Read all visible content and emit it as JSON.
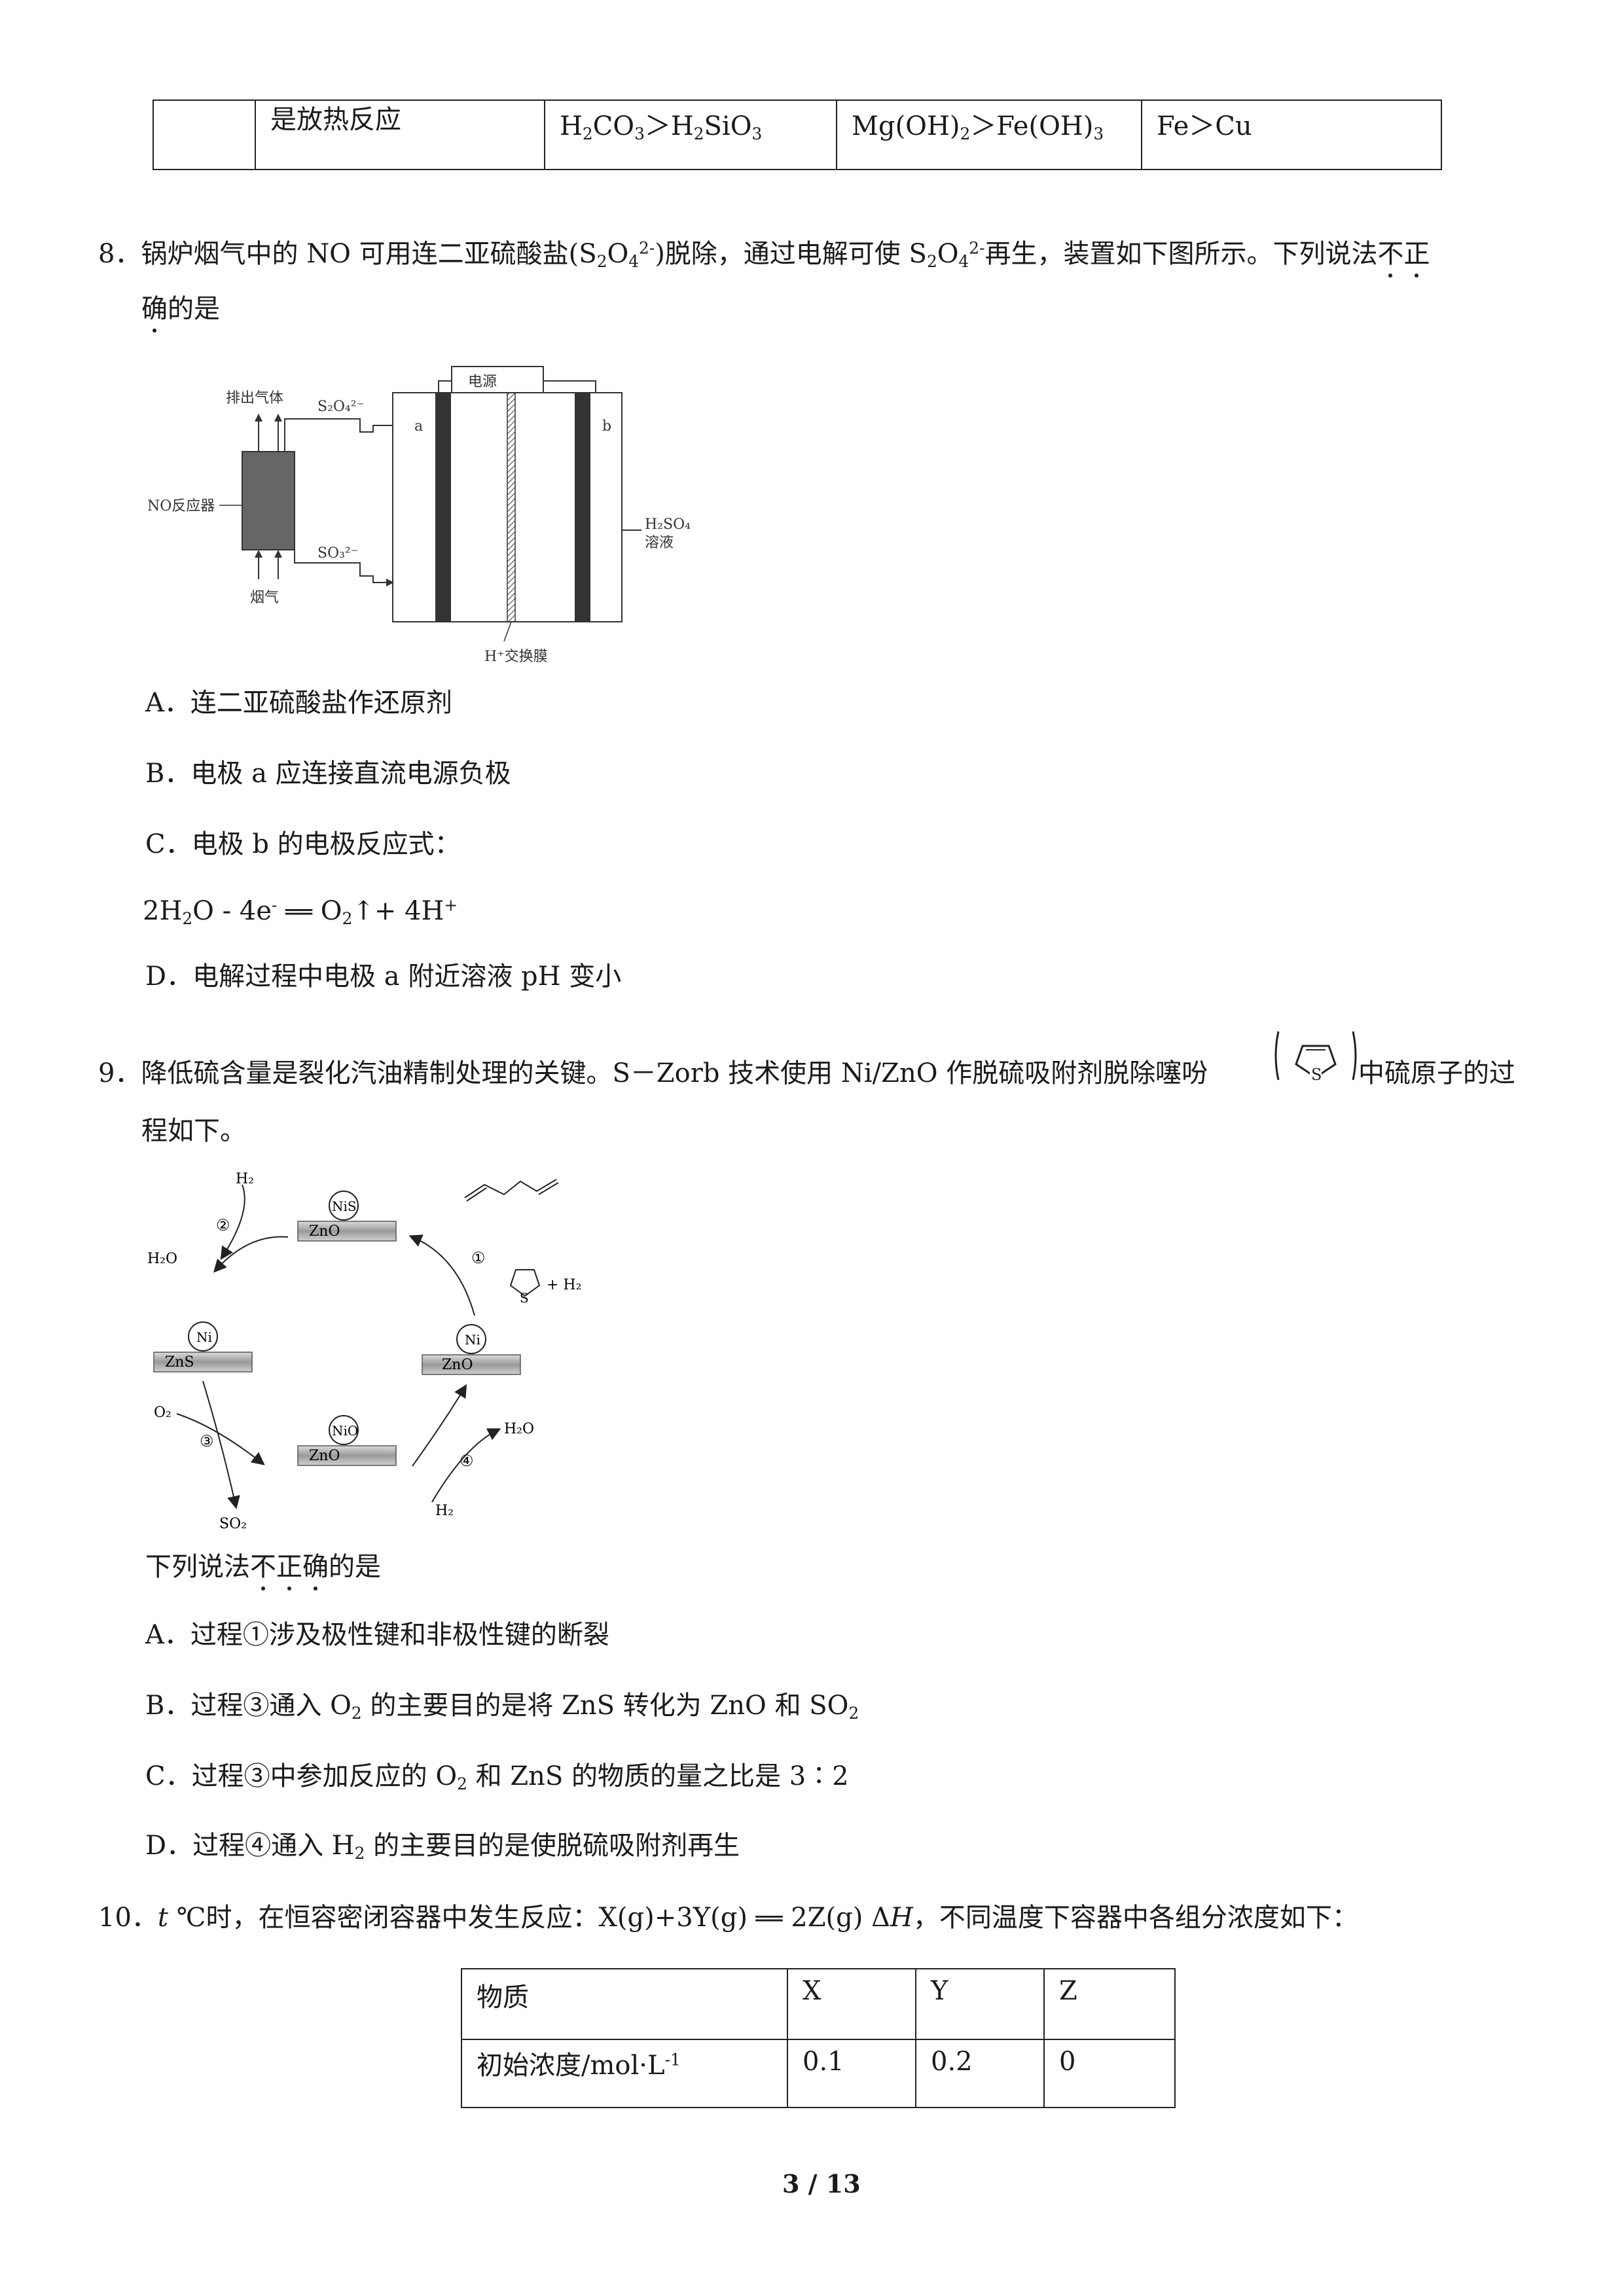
{
  "top_table": {
    "cells": [
      "",
      "是放热反应",
      "H2CO3＞H2SiO3",
      "Mg(OH)2＞Fe(OH)3",
      "Fe＞Cu"
    ]
  },
  "q8": {
    "number": "8．",
    "stem_a": "锅炉烟气中的 NO 可用连二亚硫酸盐(S",
    "stem_b": ")脱除，通过电解可使 S",
    "stem_c": "再生，装置如下图所示。下列说法",
    "stem_emph_1": "不",
    "stem_emph_2": "正",
    "stem_emph_3": "确",
    "stem_end": "的是",
    "figure": {
      "power": "电源",
      "exhaust": "排出气体",
      "s2o4": "S₂O₄²⁻",
      "so3": "SO₃²⁻",
      "reactor": "NO反应器",
      "flue": "烟气",
      "a": "a",
      "b": "b",
      "acid": "H₂SO₄",
      "acid2": "溶液",
      "membrane": "H⁺交换膜"
    },
    "options": {
      "A": "A．连二亚硫酸盐作还原剂",
      "B": "B．电极 a 应连接直流电源负极",
      "C": "C．电极 b 的电极反应式：",
      "C_eq": "2H2O - 4e- ══ O2↑+ 4H+",
      "D": "D．电解过程中电极 a 附近溶液 pH 变小"
    }
  },
  "q9": {
    "number": "9．",
    "stem_a": "降低硫含量是裂化汽油精制处理的关键。S－Zorb 技术使用 Ni/ZnO 作脱硫吸附剂脱除噻吩",
    "stem_b": "中硫原子的过",
    "stem_c": "程如下。",
    "thiophene_s": "S",
    "figure": {
      "H2_top": "H₂",
      "H2O_left": "H₂O",
      "step2": "②",
      "step1": "①",
      "step3": "③",
      "step4": "④",
      "NiS": "NiS",
      "ZnO": "ZnO",
      "Ni": "Ni",
      "ZnS": "ZnS",
      "NiO": "NiO",
      "O2": "O₂",
      "SO2": "SO₂",
      "H2O_right": "H₂O",
      "H2_bottom": "H₂",
      "plus_H2": "+ H₂",
      "S": "S"
    },
    "question": "下列说法",
    "question_emph": [
      "不",
      "正",
      "确"
    ],
    "question_end": "的是",
    "options": {
      "A": "A．过程①涉及极性键和非极性键的断裂",
      "B": "B．过程③通入 O2 的主要目的是将 ZnS 转化为 ZnO 和 SO2",
      "C": "C．过程③中参加反应的 O2 和 ZnS 的物质的量之比是 3∶2",
      "D": "D．过程④通入 H2 的主要目的是使脱硫吸附剂再生"
    }
  },
  "q10": {
    "number": "10．",
    "stem": "t ℃时，在恒容密闭容器中发生反应：X(g)+3Y(g) ══ 2Z(g) ΔH，不同温度下容器中各组分浓度如下：",
    "table": {
      "headers": [
        "物质",
        "X",
        "Y",
        "Z"
      ],
      "row1": [
        "初始浓度/mol·L-1",
        "0.1",
        "0.2",
        "0"
      ]
    }
  },
  "footer": {
    "page": "3 / 13"
  }
}
